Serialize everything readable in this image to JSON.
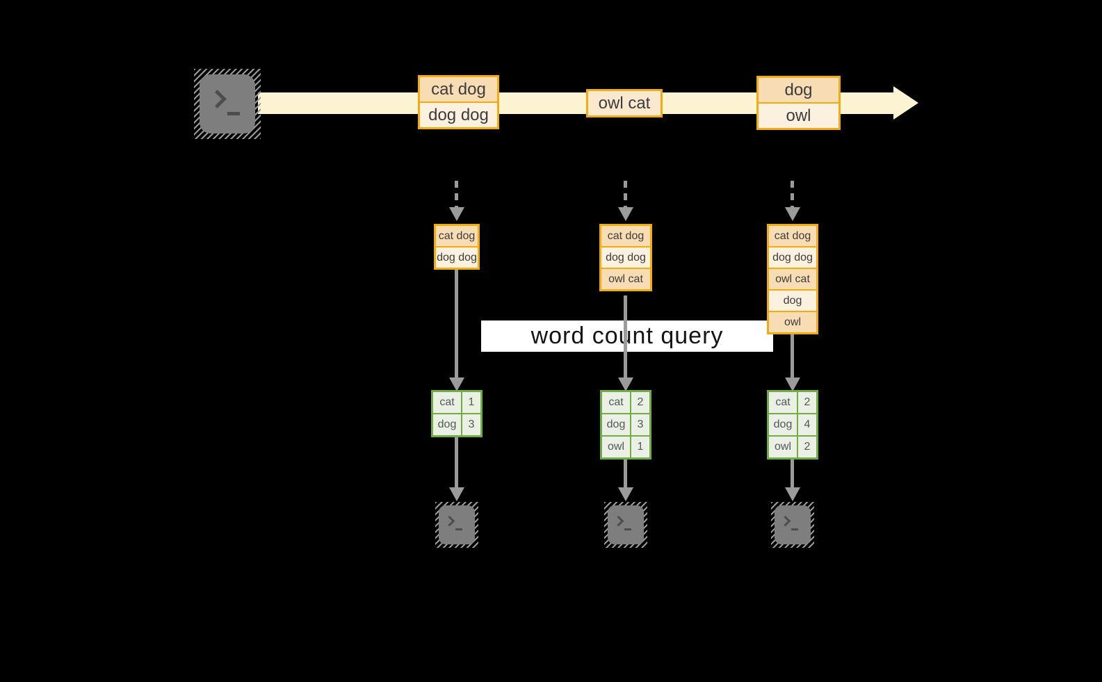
{
  "label": "word count query",
  "colors": {
    "background": "#000000",
    "stream_band": "#FCF3D3",
    "amber_border": "#F2AC12",
    "cell_dark": "#F8DCB4",
    "cell_light": "#FCF1DF",
    "cell_single": "#FAE8CF",
    "green_border": "#70AE45",
    "green_fill": "#EAF0E3",
    "gray": "#9B9B9B",
    "terminal_gray": "#7E7E7E",
    "label_bg": "#FFFFFF",
    "label_text": "#141414"
  },
  "stream": {
    "batches": [
      {
        "items": [
          "cat dog",
          "dog dog"
        ]
      },
      {
        "items": [
          "owl cat"
        ]
      },
      {
        "items": [
          "dog",
          "owl"
        ]
      }
    ]
  },
  "columns": [
    {
      "state": [
        "cat dog",
        "dog dog"
      ],
      "counts": [
        {
          "word": "cat",
          "count": "1"
        },
        {
          "word": "dog",
          "count": "3"
        }
      ]
    },
    {
      "state": [
        "cat dog",
        "dog dog",
        "owl cat"
      ],
      "counts": [
        {
          "word": "cat",
          "count": "2"
        },
        {
          "word": "dog",
          "count": "3"
        },
        {
          "word": "owl",
          "count": "1"
        }
      ]
    },
    {
      "state": [
        "cat dog",
        "dog dog",
        "owl cat",
        "dog",
        "owl"
      ],
      "counts": [
        {
          "word": "cat",
          "count": "2"
        },
        {
          "word": "dog",
          "count": "4"
        },
        {
          "word": "owl",
          "count": "2"
        }
      ]
    }
  ]
}
